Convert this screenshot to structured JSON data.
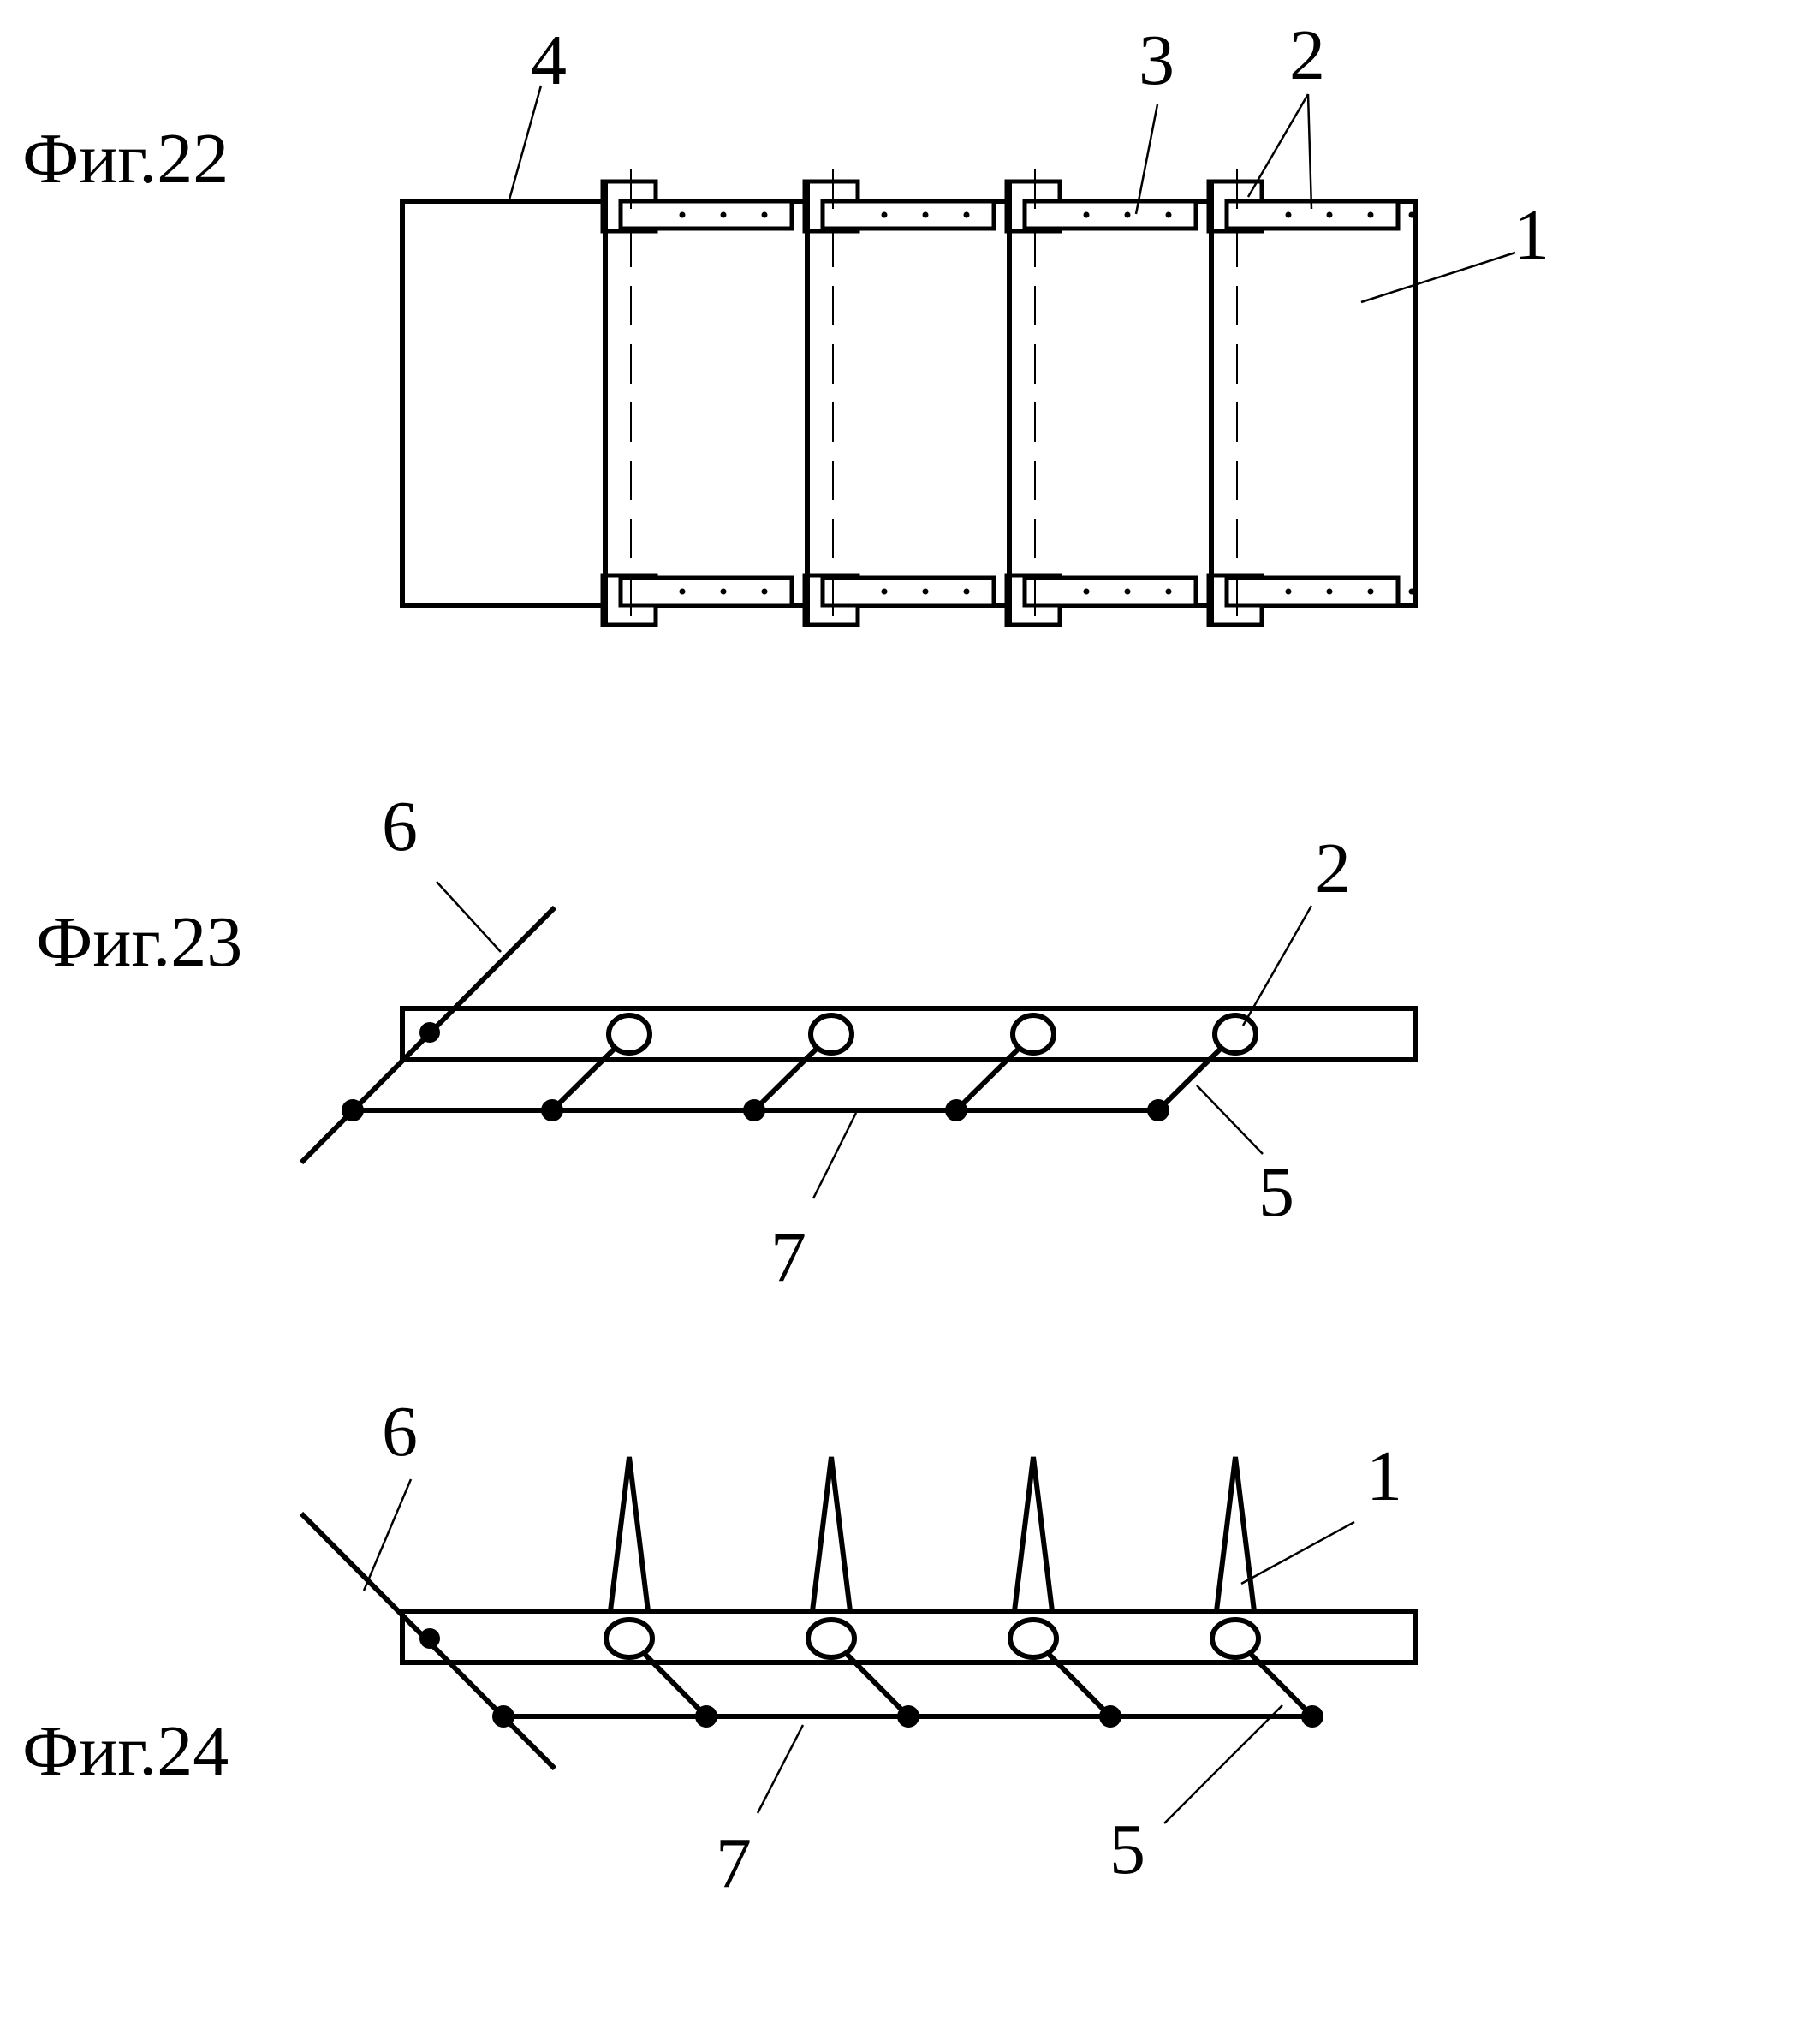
{
  "figures": [
    {
      "id": "fig22",
      "label": "Фиг.22",
      "callouts": [
        "4",
        "3",
        "2",
        "1"
      ]
    },
    {
      "id": "fig23",
      "label": "Фиг.23",
      "callouts": [
        "6",
        "2",
        "5",
        "7"
      ]
    },
    {
      "id": "fig24",
      "label": "Фиг.24",
      "callouts": [
        "6",
        "1",
        "7",
        "5"
      ]
    }
  ],
  "colors": {
    "ink": "#000000",
    "paper": "#ffffff"
  }
}
